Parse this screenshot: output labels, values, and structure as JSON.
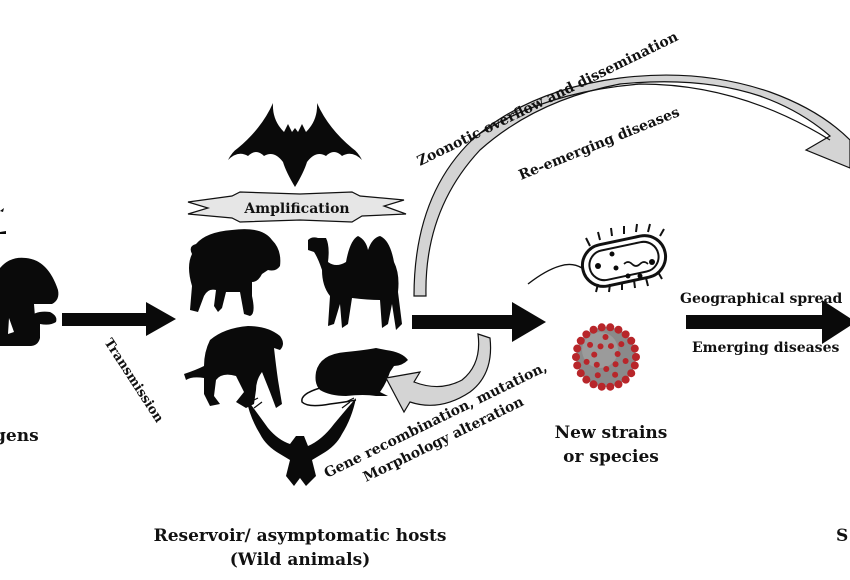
{
  "diagram": {
    "title": "Pathogen transmission from wild animal reservoirs",
    "nodes": {
      "pathogens": {
        "label_partial": "gens",
        "icon": "mushroom-silhouette"
      },
      "reservoir": {
        "label_line1": "Reservoir/ asymptomatic hosts",
        "label_line2": "(Wild animals)",
        "amplification_banner": "Amplification",
        "animals": [
          "bat",
          "wild-boar",
          "camel",
          "chimpanzee",
          "rat",
          "eagle"
        ]
      },
      "new_strains": {
        "label_line1": "New strains",
        "label_line2": "or species",
        "icons": [
          "bacterium",
          "coronavirus"
        ]
      },
      "right_partial": {
        "label_partial": "S"
      }
    },
    "edges": {
      "transmission": "Transmission",
      "zoonotic_line1": "Zoonotic overflow and dissemination",
      "zoonotic_line2": "Re-emerging diseases",
      "gene_line1": "Gene recombination, mutation,",
      "gene_line2": "Morphology alteration",
      "geo_line1": "Geographical spread",
      "geo_line2": "Emerging diseases"
    },
    "colors": {
      "ink": "#0a0a0a",
      "arrow_fill": "#d4d4d4",
      "banner_fill": "#e6e6e6",
      "virus_red": "#b8262a",
      "virus_grey": "#8a8a8a"
    }
  }
}
